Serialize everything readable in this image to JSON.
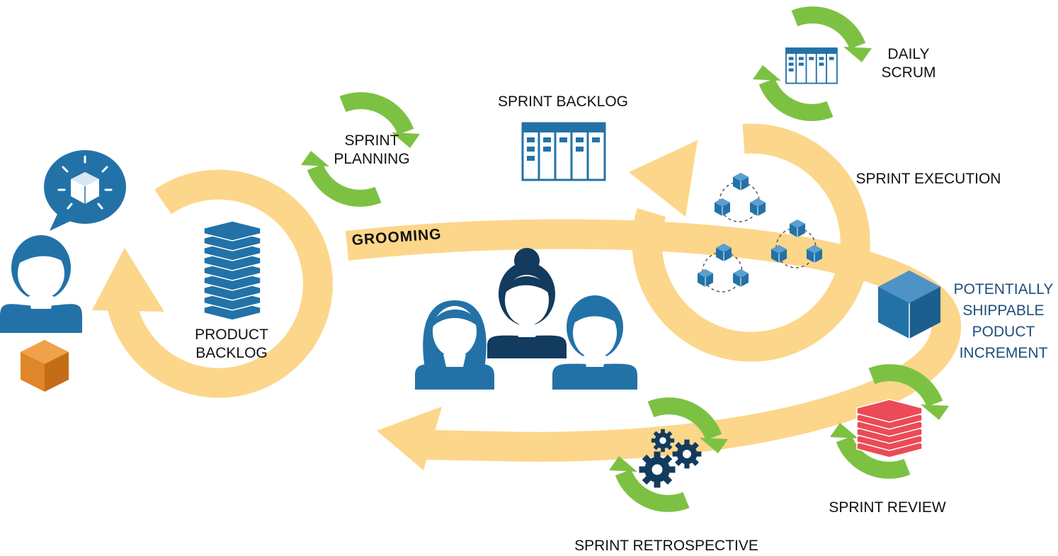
{
  "labels": {
    "grooming": "GROOMING",
    "sprint_planning": [
      "SPRINT",
      "PLANNING"
    ],
    "sprint_backlog": "SPRINT BACKLOG",
    "daily_scrum": [
      "DAILY",
      "SCRUM"
    ],
    "sprint_execution": "SPRINT EXECUTION",
    "potentially_shippable": [
      "POTENTIALLY",
      "SHIPPABLE",
      "PODUCT",
      "INCREMENT"
    ],
    "product_backlog": [
      "PRODUCT",
      "BACKLOG"
    ],
    "sprint_review": "SPRINT REVIEW",
    "sprint_retrospective": "SPRINT RETROSPECTIVE"
  },
  "colors": {
    "flow_arrow": "#fcd68a",
    "cycle_arrow": "#7dc143",
    "primary_blue": "#2272a8",
    "dark_navy": "#123b5e",
    "orange_box": "#e0862a",
    "red_stack": "#ec4a57",
    "increment_text": "#1f4e79",
    "label_text": "#111111"
  },
  "icons": {
    "product_owner": "person-icon",
    "thought_bubble": "speech-bubble-icon",
    "product_item": "box-icon",
    "product_backlog": "stack-icon",
    "sprint_backlog": "task-board-icon",
    "daily_scrum": "task-board-icon",
    "team": "team-icon",
    "execution": "cube-cluster-icon",
    "increment": "cube-icon",
    "review": "layers-icon",
    "retrospective": "gears-icon",
    "cycle": "refresh-icon"
  }
}
